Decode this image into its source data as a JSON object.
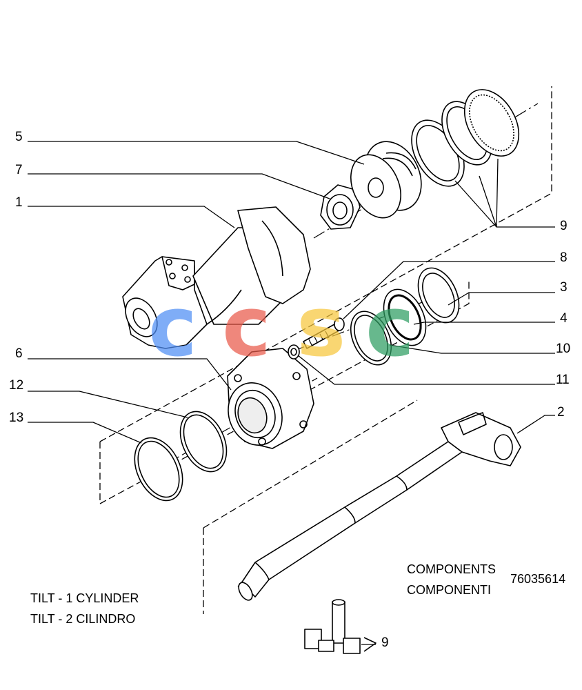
{
  "callouts": {
    "c1": "1",
    "c2": "2",
    "c3": "3",
    "c4": "4",
    "c5": "5",
    "c6": "6",
    "c7": "7",
    "c8": "8",
    "c9": "9",
    "c10": "10",
    "c11": "11",
    "c12": "12",
    "c13": "13",
    "c9_kit": "9"
  },
  "title": {
    "en": "TILT - 1 CYLINDER",
    "it": "TILT - 2 CILINDRO"
  },
  "section": {
    "en": "COMPONENTS",
    "it": "COMPONENTI"
  },
  "doc_number": "76035614",
  "watermark": {
    "letters": [
      "c",
      "c",
      "s",
      "c"
    ],
    "colors": [
      "#4f8ef5",
      "#e95a4a",
      "#f7c73d",
      "#2e9e62"
    ]
  }
}
